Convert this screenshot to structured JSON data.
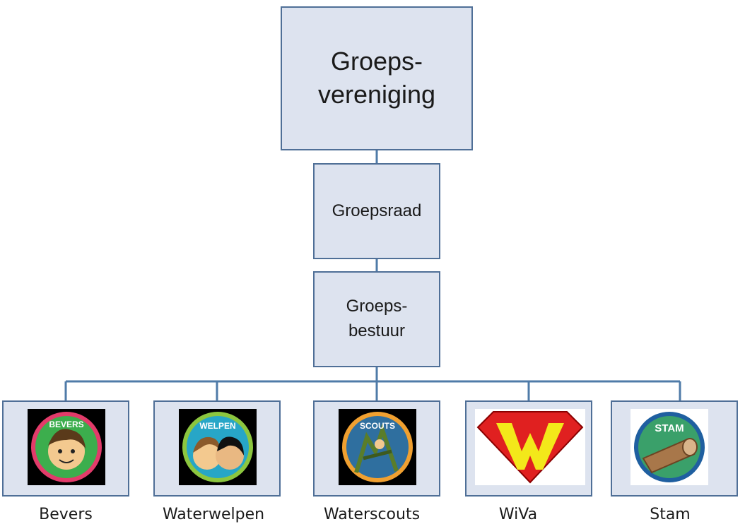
{
  "colors": {
    "box_fill": "#dde3ef",
    "box_border": "#4f6f97",
    "connector": "#4f7ba8"
  },
  "boxes": {
    "top": "Groeps-\nvereniging",
    "raad": "Groepsraad",
    "bestuur": "Groeps-\nbestuur"
  },
  "units": [
    {
      "label": "Bevers",
      "badge_text": "BEVERS",
      "icon": "bevers-badge-icon"
    },
    {
      "label": "Waterwelpen",
      "badge_text": "WELPEN",
      "icon": "welpen-badge-icon"
    },
    {
      "label": "Waterscouts",
      "badge_text": "SCOUTS",
      "icon": "scouts-badge-icon"
    },
    {
      "label": "WiVa",
      "badge_text": "",
      "icon": "wiva-shield-icon"
    },
    {
      "label": "Stam",
      "badge_text": "STAM",
      "icon": "stam-badge-icon"
    }
  ]
}
